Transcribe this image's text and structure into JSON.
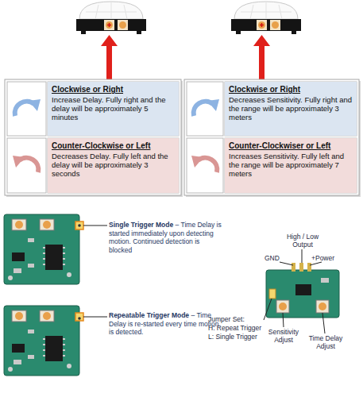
{
  "diagram": {
    "nodes": [
      {
        "text": [
          "Clockwise or Right",
          "Increase Delay. Fully right and the delay will be approximately 5 minutes"
        ]
      },
      {
        "text": [
          "Counter-Clockwise or Left",
          "Decreases Delay. Fully left and the delay will be approximately 3 seconds"
        ]
      },
      {
        "text": [
          "Clockwise or Right",
          "Decreases Sensitivity. Fully right and the range will be approximately 3 meters"
        ]
      },
      {
        "text": [
          "Counter-Clockwiser or Left",
          "Increases Sensitivity. Fully left and the range will be approximately 7 meters"
        ]
      }
    ],
    "labels": [
      "Single Trigger Mode",
      "– Time Delay is started immediately upon detecting motion. Continued detection is blocked",
      "Repeatable Trigger Mode",
      "– Time Delay is re-started every time motion is detected.",
      "High / Low Output",
      "GND",
      "+Power",
      "Jumper Set:",
      "H: Repeat Trigger",
      "L: Single Trigger",
      "Sensitivity Adjust",
      "Time Delay Adjust"
    ]
  }
}
